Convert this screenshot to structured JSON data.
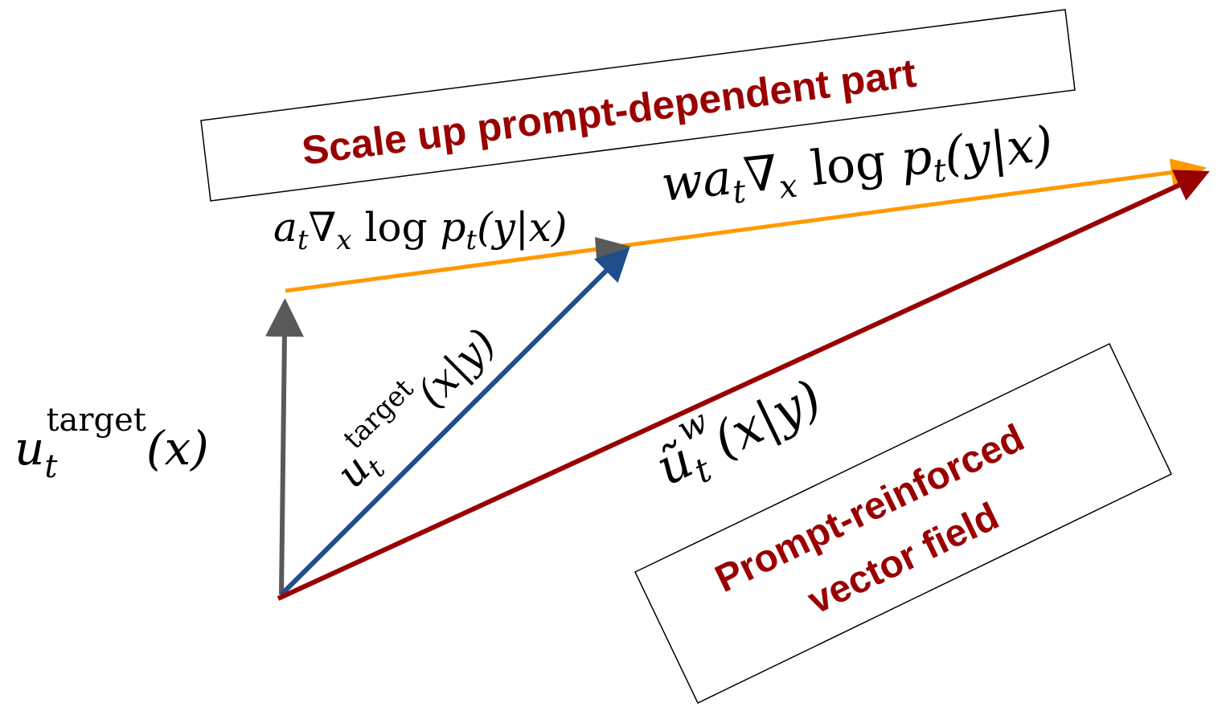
{
  "title_box": {
    "text": "Scale up prompt-dependent part"
  },
  "result_box": {
    "line1": "Prompt-reinforced",
    "line2": "vector field"
  },
  "labels": {
    "unconditional": {
      "base": "u",
      "sub": "t",
      "sup": "target",
      "arg": "(x)"
    },
    "conditional": {
      "base": "u",
      "sub": "t",
      "sup": "target",
      "arg": "(x|y)"
    },
    "guidance": {
      "pre": "a",
      "sub": "t",
      "nabla": "∇",
      "nsub": "x",
      "rest": " log ",
      "p": "p",
      "psub": "t",
      "arg": "(y|x)"
    },
    "scaled_guidance": {
      "w": "w",
      "pre": "a",
      "sub": "t",
      "nabla": "∇",
      "nsub": "x",
      "rest": " log ",
      "p": "p",
      "psub": "t",
      "arg": "(y|x)"
    },
    "reinforced": {
      "base": "ũ",
      "sub": "t",
      "sup": "w",
      "arg": "(x|y)"
    }
  },
  "colors": {
    "unconditional": "#595959",
    "conditional": "#1F4E8C",
    "guidance": "#FF9900",
    "reinforced": "#990000",
    "text_accent": "#990000"
  }
}
